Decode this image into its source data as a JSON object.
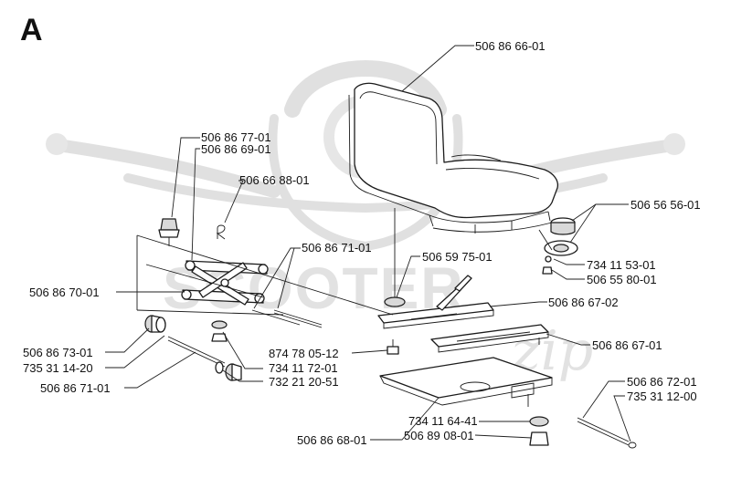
{
  "section_letter": "A",
  "watermark": {
    "text": "SCOOTER",
    "script": "zip"
  },
  "callouts": [
    {
      "id": "seat",
      "text": "506 86 66-01"
    },
    {
      "id": "knob",
      "text": "506 86 77-01"
    },
    {
      "id": "bracket-upper",
      "text": "506 86 69-01"
    },
    {
      "id": "clip",
      "text": "506 66 88-01"
    },
    {
      "id": "rod-upper",
      "text": "506 86 71-01"
    },
    {
      "id": "bracket",
      "text": "506 86 70-01"
    },
    {
      "id": "bushing",
      "text": "506 86 73-01"
    },
    {
      "id": "screw-lower",
      "text": "735 31 14-20"
    },
    {
      "id": "rod-lower",
      "text": "506 86 71-01"
    },
    {
      "id": "screw-mid",
      "text": "874 78 05-12"
    },
    {
      "id": "nut-mid",
      "text": "734 11 72-01"
    },
    {
      "id": "washer-mid",
      "text": "732 21 20-51"
    },
    {
      "id": "washer-rail",
      "text": "506 59 75-01"
    },
    {
      "id": "rail-left",
      "text": "506 86 67-02"
    },
    {
      "id": "rail-right",
      "text": "506 86 67-01"
    },
    {
      "id": "plate",
      "text": "506 86 68-01"
    },
    {
      "id": "nut-plate",
      "text": "734 11 64-41"
    },
    {
      "id": "knob-plate",
      "text": "506 89 08-01"
    },
    {
      "id": "rod-right",
      "text": "506 86 72-01"
    },
    {
      "id": "screw-right",
      "text": "735 31 12-00"
    },
    {
      "id": "switch",
      "text": "506 56 56-01"
    },
    {
      "id": "nut-switch",
      "text": "734 11 53-01"
    },
    {
      "id": "screw-switch",
      "text": "506 55 80-01"
    }
  ],
  "colors": {
    "ink": "#111111",
    "watermark": "#e2e2e2",
    "background": "#ffffff"
  }
}
